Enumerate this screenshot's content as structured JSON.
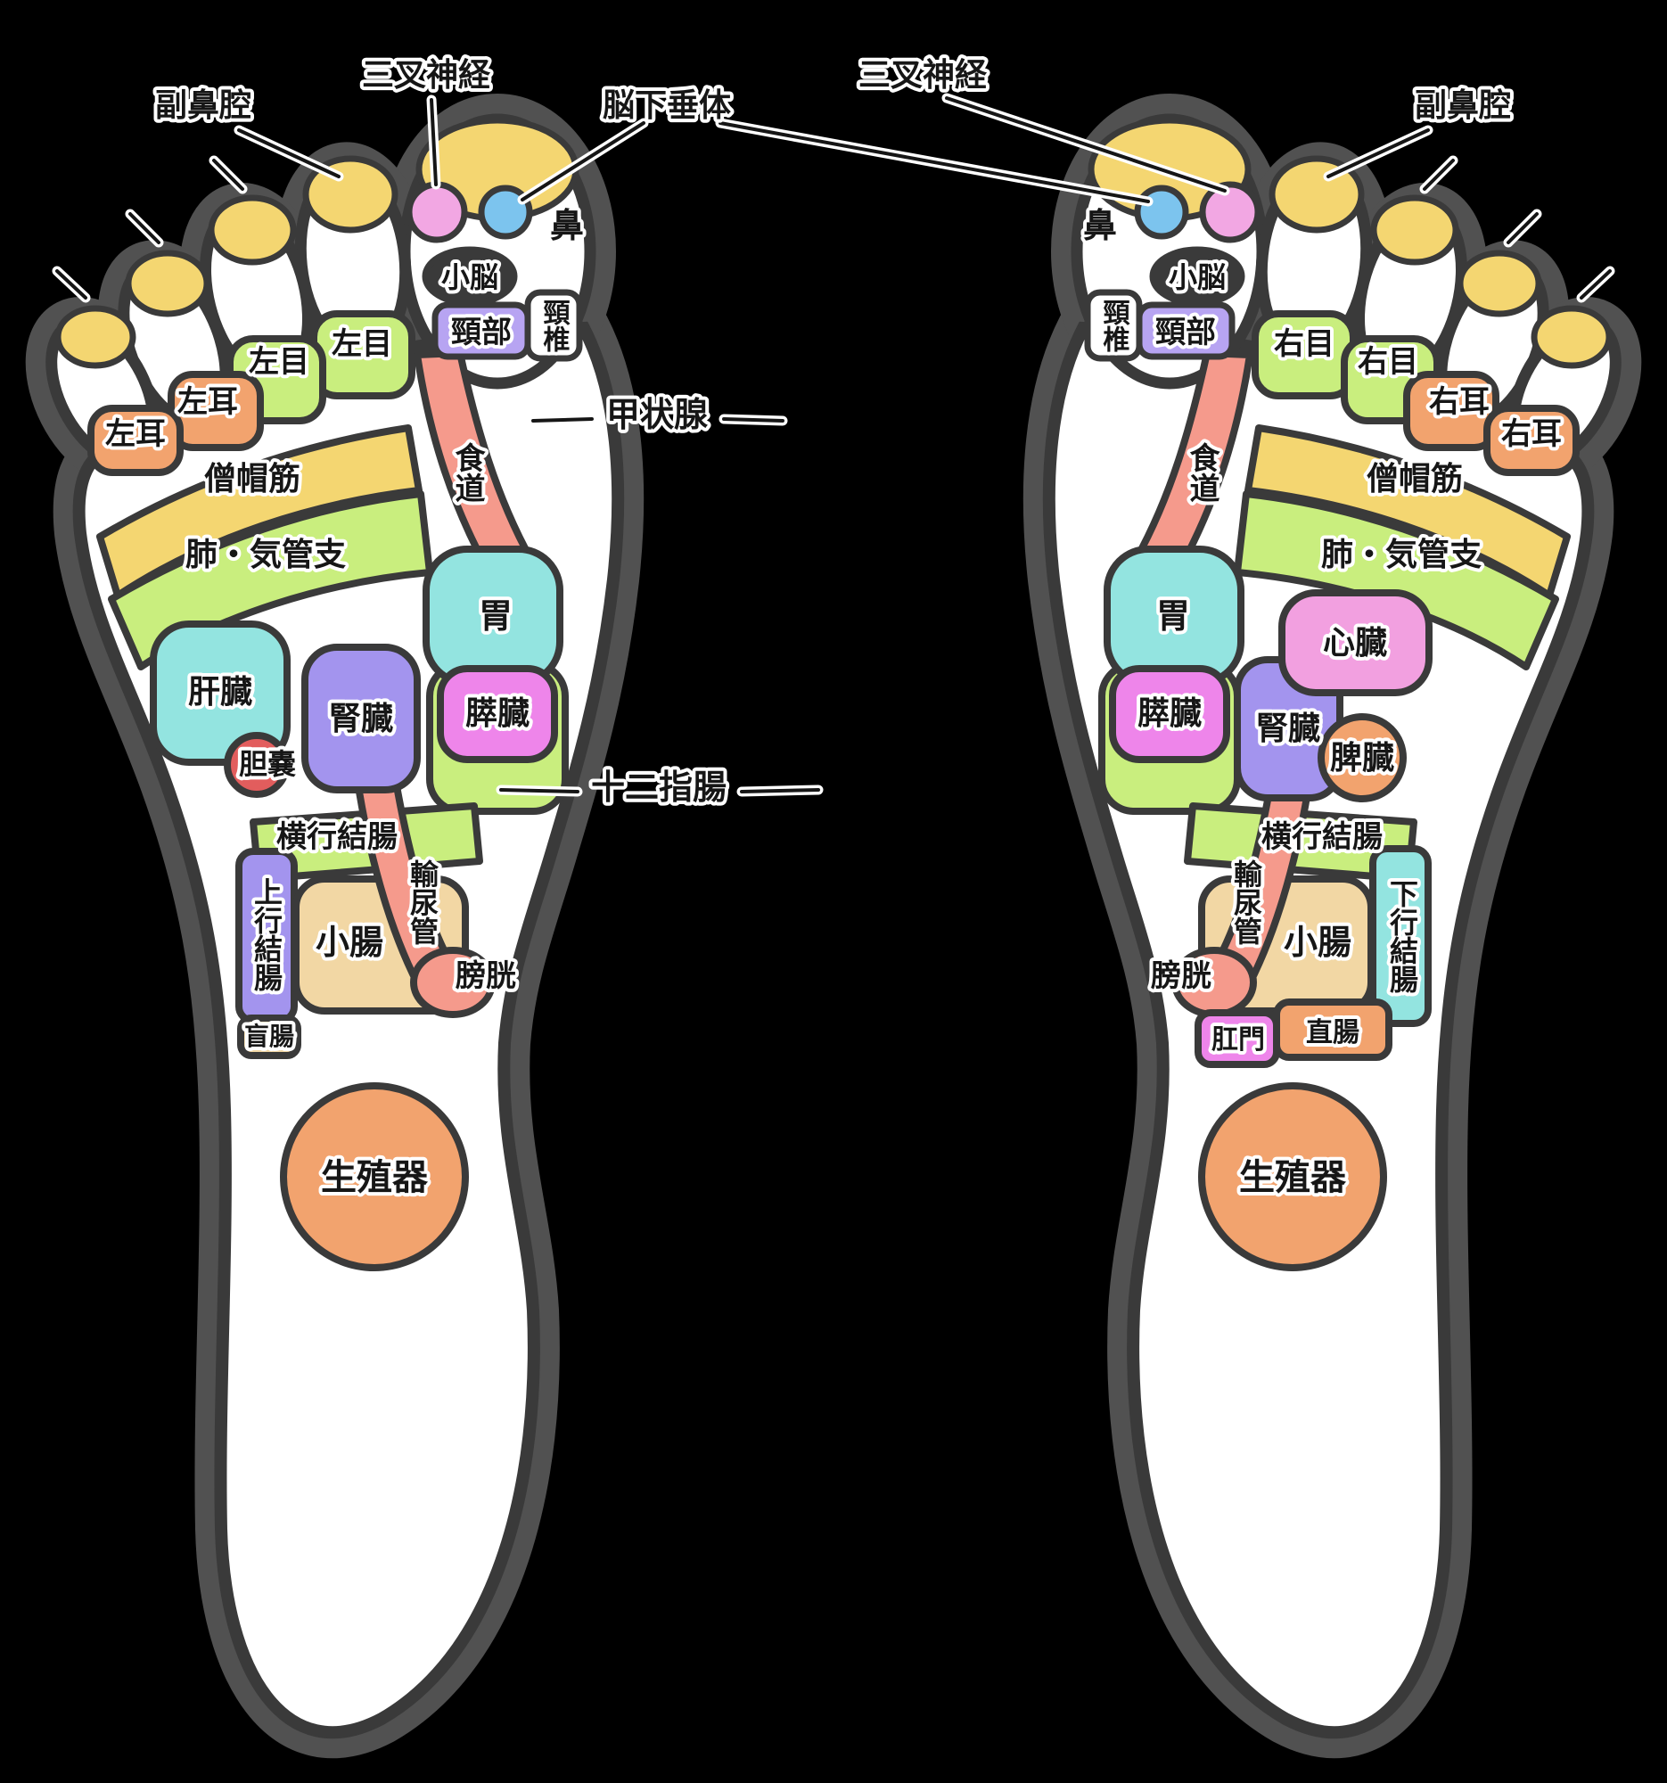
{
  "colors": {
    "background": "#000000",
    "halo": "#515151",
    "outline": "#3a3a3a",
    "foot": "#ffffff",
    "dark": "#3a3a3a",
    "yellow": "#f4d671",
    "green": "#c9ee7e",
    "orange": "#f2a36e",
    "salmon": "#f59a8c",
    "cyan": "#93e4e0",
    "purple": "#a394ee",
    "neck_purple": "#b7a4f2",
    "orchid": "#ee85ea",
    "pink": "#f2a7e3",
    "heart_pink": "#f2a0e0",
    "blue": "#7cc4ee",
    "red": "#e25d5d",
    "tan": "#f2d7a4"
  },
  "shared": {
    "pituitary": "脳下垂体",
    "thyroid": "甲状腺",
    "duodenum": "十二指腸"
  },
  "left": {
    "trigeminal": "三叉神経",
    "sinus": "副鼻腔",
    "nose": "鼻",
    "cerebellum": "小脳",
    "neck": "頸部",
    "cervical": "頸椎",
    "eye": "左目",
    "ear": "左耳",
    "trapezius": "僧帽筋",
    "lung": "肺・気管支",
    "esophagus": "食道",
    "stomach": "胃",
    "liver": "肝臓",
    "gallbladder": "胆嚢",
    "kidney": "腎臓",
    "pancreas": "膵臓",
    "transverse_colon": "横行結腸",
    "ascending_colon": "上行結腸",
    "ureter": "輸尿管",
    "small_intestine": "小腸",
    "bladder": "膀胱",
    "cecum": "盲腸",
    "genital": "生殖器"
  },
  "right": {
    "trigeminal": "三叉神経",
    "sinus": "副鼻腔",
    "nose": "鼻",
    "cerebellum": "小脳",
    "neck": "頸部",
    "cervical": "頸椎",
    "eye": "右目",
    "ear": "右耳",
    "trapezius": "僧帽筋",
    "lung": "肺・気管支",
    "esophagus": "食道",
    "stomach": "胃",
    "heart": "心臓",
    "spleen": "脾臓",
    "kidney": "腎臓",
    "pancreas": "膵臓",
    "transverse_colon": "横行結腸",
    "descending_colon": "下行結腸",
    "ureter": "輸尿管",
    "small_intestine": "小腸",
    "bladder": "膀胱",
    "anus": "肛門",
    "rectum": "直腸",
    "genital": "生殖器"
  }
}
